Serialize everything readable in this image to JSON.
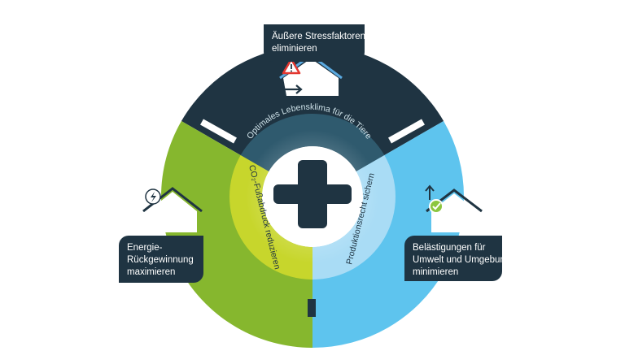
{
  "colors": {
    "dark": "#1f3442",
    "green": "#86b72e",
    "lime": "#c7d62c",
    "blue": "#5ec4ee",
    "light_blue": "#a9dcf5",
    "inner_dark": "#2f5a6e",
    "warning": "#e3362f",
    "check": "#8cc63f",
    "arrow_accent": "#5aa9e0"
  },
  "center": {
    "icon": "plus-icon"
  },
  "inner_ring": {
    "top_label": "Optimales Lebensklima für die Tiere",
    "left_label": "CO₂-Fußabdruck reduzieren",
    "right_label": "Produktionsrecht sichern"
  },
  "callouts": {
    "top": {
      "lines": [
        "Äußere Stressfaktoren",
        "eliminieren"
      ],
      "icon": "house-warning-icon"
    },
    "left": {
      "lines": [
        "Energie-",
        "Rückgewinnung",
        "maximieren"
      ],
      "icon": "house-energy-icon"
    },
    "right": {
      "lines": [
        "Belästigungen für",
        "Umwelt und Umgebung",
        "minimieren"
      ],
      "icon": "house-check-icon"
    }
  }
}
